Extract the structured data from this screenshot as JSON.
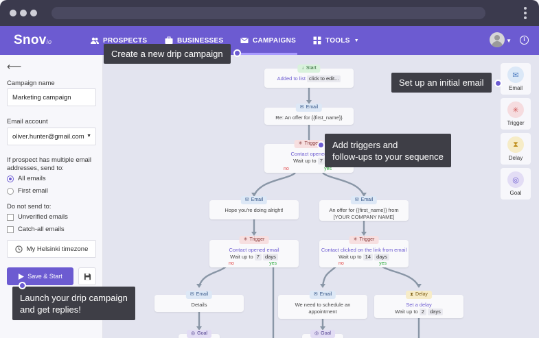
{
  "app": {
    "logo": "Snov",
    "logo_suffix": "io"
  },
  "nav": {
    "items": [
      {
        "label": "PROSPECTS",
        "icon": "people-icon"
      },
      {
        "label": "BUSINESSES",
        "icon": "briefcase-icon"
      },
      {
        "label": "CAMPAIGNS",
        "icon": "envelope-icon"
      },
      {
        "label": "TOOLS",
        "icon": "grid-icon"
      }
    ],
    "active": "CAMPAIGNS"
  },
  "form": {
    "campaign_name_label": "Campaign name",
    "campaign_name_value": "Marketing campaign",
    "email_account_label": "Email account",
    "email_account_value": "oliver.hunter@gmail.com",
    "multi_label": "If prospect has multiple email addresses, send to:",
    "radio_all": "All emails",
    "radio_first": "First email",
    "not_send_label": "Do not send to:",
    "check_unverified": "Unverified emails",
    "check_catchall": "Catch-all emails",
    "timezone_button": "My Helsinki timezone",
    "save_button": "Save & Start"
  },
  "flow": {
    "start_tag": "Start",
    "start_text": "Added to list",
    "start_chip": "click to edit...",
    "email1_tag": "Email",
    "email1_text": "Re: An offer for {{first_name}}",
    "trigger1_tag": "Trigger",
    "trigger1_text": "Contact opened",
    "trigger1_wait": "Wait up to",
    "trigger1_days": "7",
    "no": "no",
    "yes": "yes",
    "email2_tag": "Email",
    "email2_text": "Hope you're doing alright!",
    "email3_tag": "Email",
    "email3_text": "An offer for {{first_name}} from [YOUR COMPANY NAME]",
    "trigger2_tag": "Trigger",
    "trigger2_text": "Contact opened email",
    "trigger2_wait": "Wait up to",
    "trigger2_days": "7",
    "trigger2_unit": "days",
    "trigger3_tag": "Trigger",
    "trigger3_text": "Contact clicked on the link from email",
    "trigger3_wait": "Wait up to",
    "trigger3_days": "14",
    "trigger3_unit": "days",
    "email4_tag": "Email",
    "email4_text": "Details",
    "email5_tag": "Email",
    "email5_text": "We need to schedule an appointment",
    "delay_tag": "Delay",
    "delay_text": "Set a delay",
    "delay_wait": "Wait up to",
    "delay_days": "2",
    "delay_unit": "days",
    "goal_tag": "Goal"
  },
  "palette": [
    {
      "label": "Email",
      "icon": "envelope-icon",
      "color": "#dbe8f7"
    },
    {
      "label": "Trigger",
      "icon": "asterisk-icon",
      "color": "#f6dcdf"
    },
    {
      "label": "Delay",
      "icon": "hourglass-icon",
      "color": "#f6ecc7"
    },
    {
      "label": "Goal",
      "icon": "target-icon",
      "color": "#e3ddf5"
    }
  ],
  "callouts": {
    "new_campaign": "Create a new drip campaign",
    "initial_email": "Set up an initial email",
    "triggers_line1": "Add triggers and",
    "triggers_line2": "follow-ups to your sequence",
    "launch_line1": "Launch your drip campaign",
    "launch_line2": "and get replies!"
  },
  "colors": {
    "brand": "#6c5bd1",
    "chrome": "#3b3a4d",
    "canvas": "#e3e4ef",
    "callout": "#3e3e46"
  }
}
